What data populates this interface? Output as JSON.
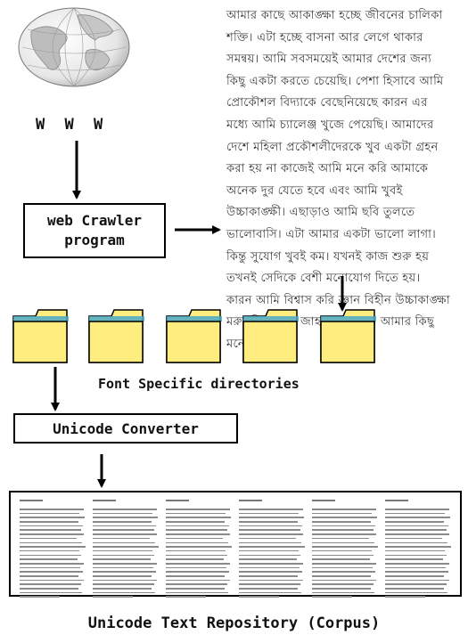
{
  "diagram": {
    "www_label": "W W W",
    "crawler_label": "web Crawler\nprogram",
    "directories_label": "Font Specific directories",
    "converter_label": "Unicode Converter",
    "repository_label": "Unicode Text Repository (Corpus)",
    "bengali_text": "আমার কাছে আকাঙ্ক্ষা হচ্ছে জীবনের চালিকা\nশক্তি। এটা হচ্ছে বাসনা আর লেগে থাকার\nসমন্বয়। আমি সবসময়েই আমার দেশের জন্য\nকিছু একটা করতে চেয়েছি। পেশা হিসাবে আমি\nপ্রোকৌশল বিদ্যাকে বেছেনিয়েছে কারন এর\nমধ্যে আমি চ্যালেঞ্জ খুজে পেয়েছি। আমাদের\nদেশে মহিলা প্রকৌশলীদেরকে খুব একটা গ্রহন\nকরা হয় না কাজেই আমি মনে করি আমাকে\nঅনেক দুর যেতে হবে এবং আমি খুবই\nউচ্চাকাঙ্ক্ষী। এছাড়াও আমি ছবি তুলতে\nভালোবাসি। এটা আমার একটা ভালো লাগা।\nকিন্তু সুযোগ খুবই কম। যখনই কাজ শুরু হয়\nতখনই সেদিকে বেশী মনোযোগ দিতে হয়।\nকারন আমি বিশ্বাস করি জ্ঞান বিহীন উচ্চাকাঙ্ক্ষা\nমরুভুমিতে এক জাহাজের মতই। আমার কিছু\nমনের কথা-",
    "folder_count": 5,
    "corpus_columns": 6,
    "colors": {
      "folder_fill": "#ffed80",
      "folder_tab": "#fdf3a8",
      "folder_accent": "#4aa8c8",
      "stroke": "#000000"
    },
    "icons": [
      "globe-icon",
      "folder-icon",
      "document-page-icon",
      "arrow-icon"
    ]
  }
}
